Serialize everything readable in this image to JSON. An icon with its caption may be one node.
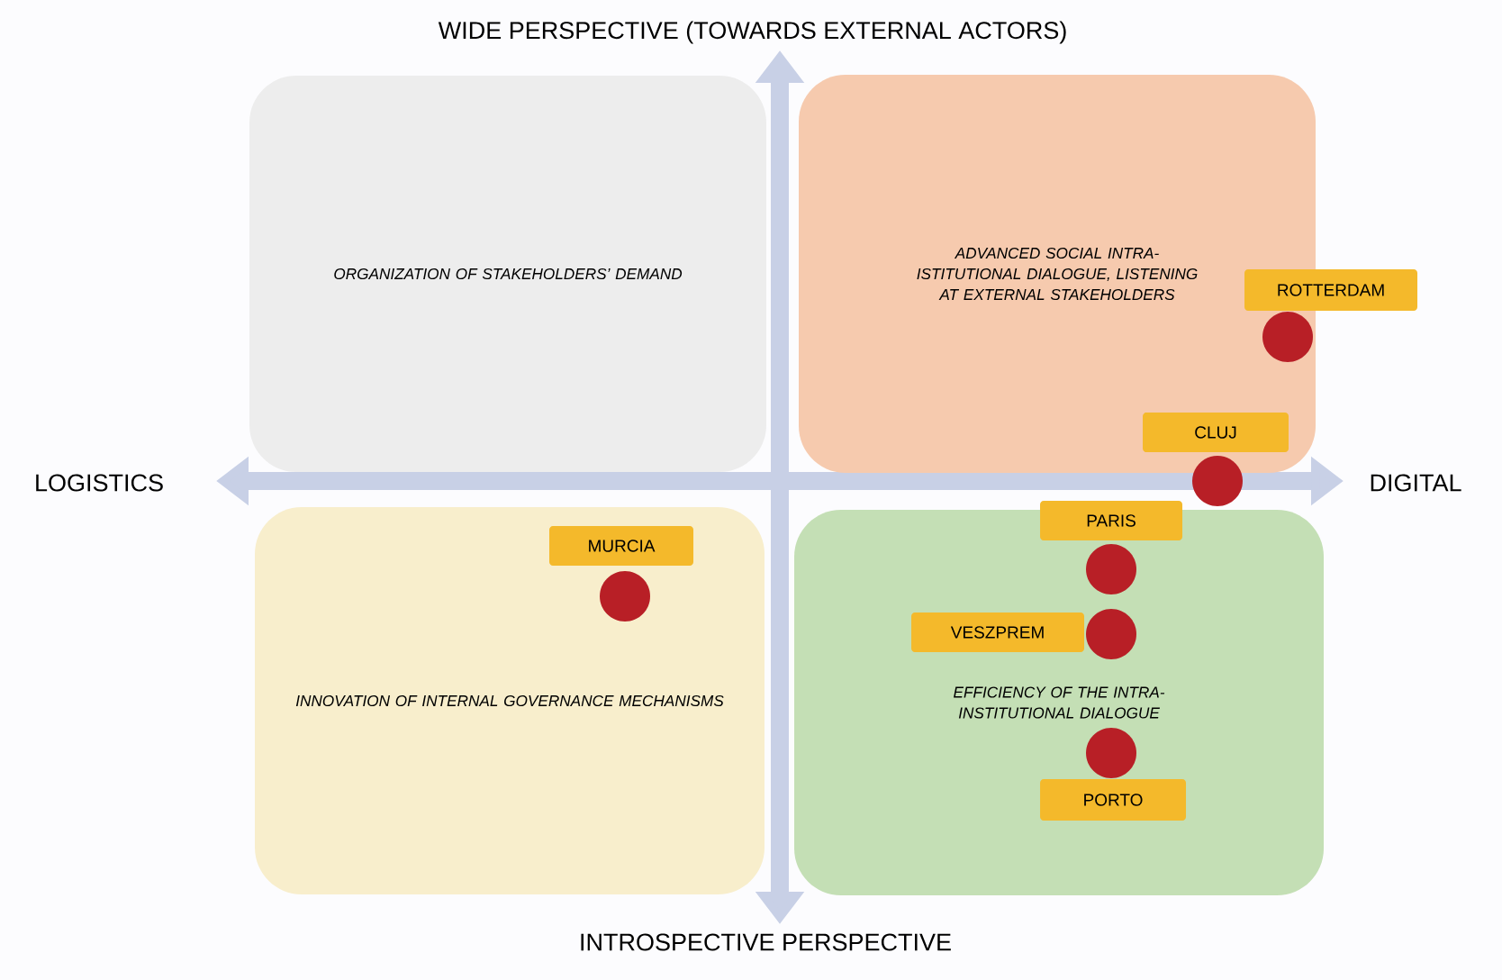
{
  "diagram": {
    "nodes": [
      {
        "text": [
          "ORGANIZATION OF STAKEHOLDERS’ DEMAND"
        ]
      },
      {
        "text": [
          "ADVANCED SOCIAL INTRA-ISTITUTIONAL DIALOGUE, LISTENING AT EXTERNAL STAKEHOLDERS"
        ]
      },
      {
        "text": [
          "ROTTERDAM"
        ]
      },
      {
        "text": [],
        "shape": "circle",
        "in": 1
      },
      {
        "text": [
          "CLUJ"
        ],
        "in": 1
      },
      {
        "text": [],
        "shape": "circle"
      },
      {
        "text": [
          "INNOVATION OF INTERNAL GOVERNANCE MECHANISMS"
        ]
      },
      {
        "text": [
          "MURCIA"
        ],
        "in": 6
      },
      {
        "text": [],
        "shape": "circle",
        "in": 6
      },
      {
        "text": [
          "EFFICIENCY OF THE INTRA-INSTITUTIONAL DIALOGUE"
        ]
      },
      {
        "text": [
          "PARIS"
        ]
      },
      {
        "text": [],
        "shape": "circle",
        "in": 9
      },
      {
        "text": [
          "VESZPREM"
        ],
        "in": 9
      },
      {
        "text": [],
        "shape": "circle",
        "in": 9
      },
      {
        "text": [],
        "shape": "circle",
        "in": 9
      },
      {
        "text": [
          "PORTO"
        ],
        "in": 9
      }
    ],
    "labels": [
      "WIDE PERSPECTIVE (TOWARDS EXTERNAL ACTORS)",
      "LOGISTICS",
      "DIGITAL",
      "INTROSPECTIVE PERSPECTIVE"
    ]
  }
}
